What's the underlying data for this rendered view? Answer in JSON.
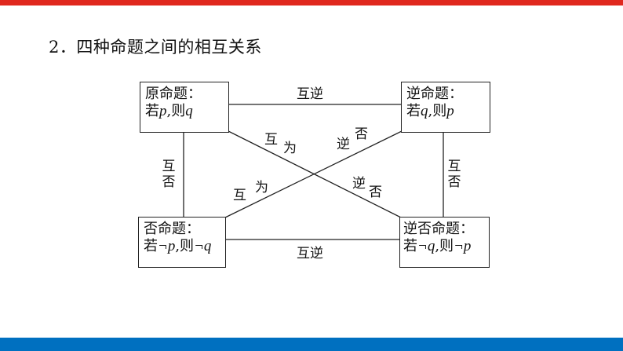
{
  "colors": {
    "top_bar": "#e0281e",
    "bottom_bar": "#0070c0",
    "line": "#222222"
  },
  "heading": "2．四种命题之间的相互关系",
  "boxes": {
    "original": {
      "title": "原命题：",
      "line2_prefix": "若",
      "var1": "p",
      "sep": ",则",
      "var2": "q"
    },
    "converse": {
      "title": "逆命题：",
      "line2_prefix": "若",
      "var1": "q",
      "sep": ",则",
      "var2": "p"
    },
    "inverse": {
      "title": "否命题：",
      "line2_prefix": "若",
      "var1": "¬p",
      "sep": ",则",
      "var2": "¬q"
    },
    "contrapositive": {
      "title": "逆否命题：",
      "line2_prefix": "若",
      "var1": "¬q",
      "sep": ",则",
      "var2": "¬p"
    }
  },
  "relations": {
    "top": "互逆",
    "bottom": "互逆",
    "left": [
      "互",
      "否"
    ],
    "right": [
      "互",
      "否"
    ],
    "diag_tl_br_upper": [
      "互",
      "为"
    ],
    "diag_tl_br_lower": [
      "逆",
      "否"
    ],
    "diag_tr_bl_upper": [
      "逆",
      "否"
    ],
    "diag_tr_bl_lower": [
      "互",
      "为"
    ]
  }
}
